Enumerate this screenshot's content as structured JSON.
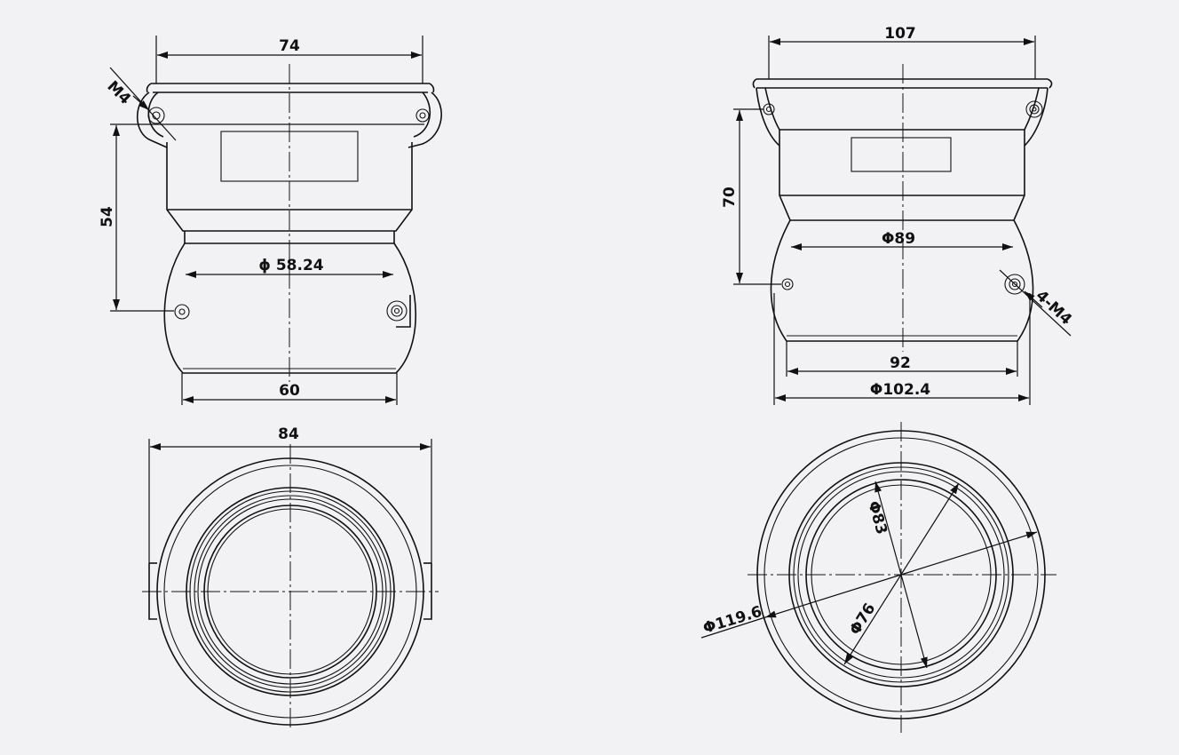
{
  "dimensions": {
    "top_left_width": "74",
    "top_left_thread": "M4",
    "top_left_height": "54",
    "top_left_diameter": "ϕ 58.24",
    "top_left_bottom": "60",
    "bottom_left_width": "84",
    "top_right_width": "107",
    "top_right_height": "70",
    "top_right_diameter": "Φ89",
    "top_right_thread": "4-M4",
    "top_right_bottom": "92",
    "top_right_outer": "Φ102.4",
    "bottom_right_outer": "Φ119.6",
    "bottom_right_mid": "Φ83",
    "bottom_right_inner": "Φ76"
  }
}
